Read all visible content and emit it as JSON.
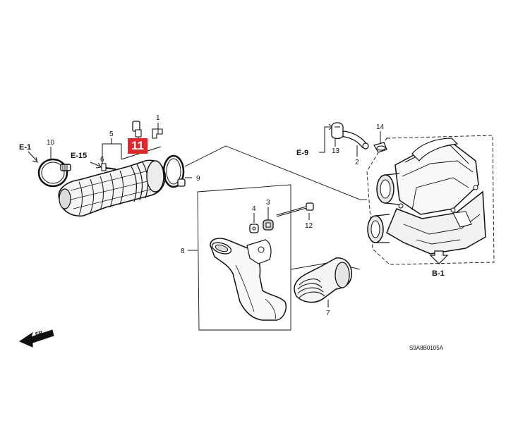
{
  "callouts": {
    "c1": "1",
    "c2": "2",
    "c3": "3",
    "c4": "4",
    "c5": "5",
    "c6": "6",
    "c7": "7",
    "c8": "8",
    "c9": "9",
    "c10": "10",
    "c12": "12",
    "c13": "13",
    "c14": "14"
  },
  "highlight": {
    "label": "11",
    "color": "#e2262a"
  },
  "references": {
    "e1": "E-1",
    "e15": "E-15",
    "e9": "E-9",
    "b1": "B-1"
  },
  "front_arrow": "FR.",
  "diagram_code": "S9A8B0105A"
}
